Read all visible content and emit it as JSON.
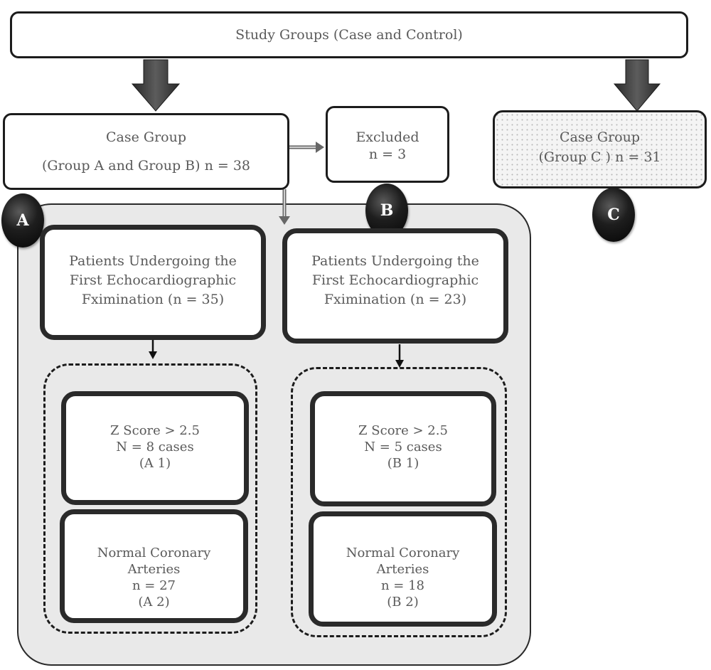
{
  "top": {
    "label": "Study Groups (Case and Control)"
  },
  "case_ab": {
    "title": "Case Group",
    "subtitle": "(Group A and Group B) n = 38"
  },
  "excluded": {
    "title": "Excluded",
    "count": "n = 3"
  },
  "case_c": {
    "title": "Case Group",
    "subtitle": "(Group C ) n = 31"
  },
  "badges": {
    "a": "A",
    "b": "B",
    "c": "C"
  },
  "group_a": {
    "patients": [
      "Patients Undergoing the",
      "First Echocardiographic",
      "Fximination (n = 35)"
    ],
    "zscore": [
      "Z Score > 2.5",
      "N = 8 cases",
      "(A 1)"
    ],
    "normal": [
      "Normal Coronary",
      "Arteries",
      "n = 27",
      "(A 2)"
    ]
  },
  "group_b": {
    "patients": [
      "Patients Undergoing the",
      "First Echocardiographic",
      "Fximination (n = 23)"
    ],
    "zscore": [
      "Z Score > 2.5",
      "N = 5 cases",
      "(B 1)"
    ],
    "normal": [
      "Normal Coronary",
      "Arteries",
      "n = 18",
      "(B 2)"
    ]
  }
}
